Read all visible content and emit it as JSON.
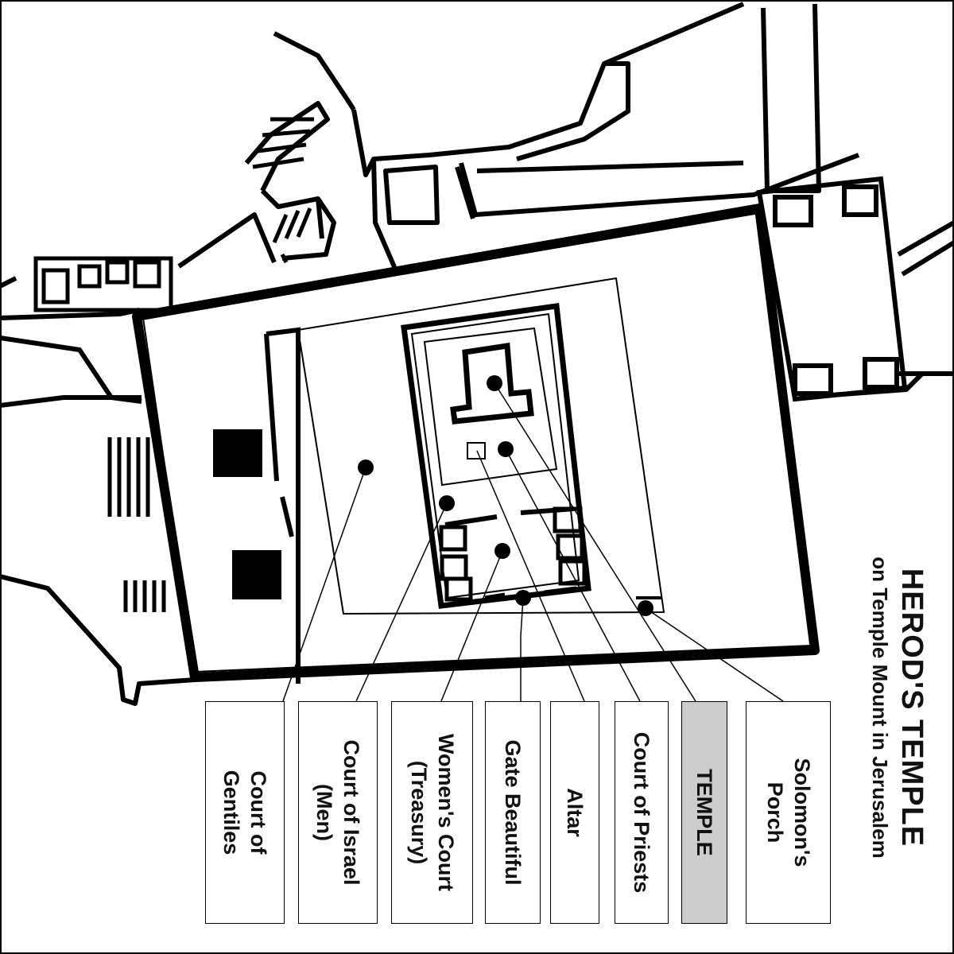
{
  "title": "HEROD'S TEMPLE",
  "subtitle": "on Temple Mount in Jerusalem",
  "labels": [
    {
      "id": "court-of-gentiles",
      "lines": [
        "Court of",
        "Gentiles"
      ],
      "highlight": false
    },
    {
      "id": "court-of-israel",
      "lines": [
        "Court of Israel",
        "(Men)"
      ],
      "highlight": false
    },
    {
      "id": "womens-court",
      "lines": [
        "Women's Court",
        "(Treasury)"
      ],
      "highlight": false
    },
    {
      "id": "gate-beautiful",
      "lines": [
        "Gate Beautiful"
      ],
      "highlight": false
    },
    {
      "id": "altar",
      "lines": [
        "Altar"
      ],
      "highlight": false
    },
    {
      "id": "court-of-priests",
      "lines": [
        "Court of Priests"
      ],
      "highlight": false
    },
    {
      "id": "temple",
      "lines": [
        "TEMPLE"
      ],
      "highlight": true
    },
    {
      "id": "solomons-porch",
      "lines": [
        "Solomon's",
        "Porch"
      ],
      "highlight": false
    }
  ],
  "colors": {
    "ink": "#000000",
    "highlight": "#cccccc",
    "background": "#ffffff"
  }
}
